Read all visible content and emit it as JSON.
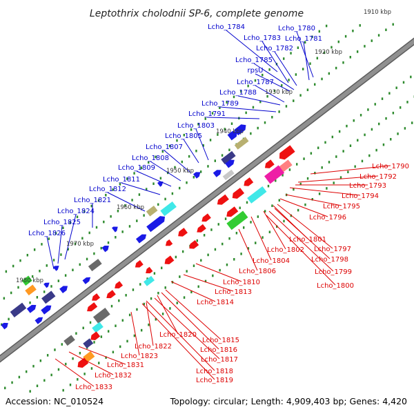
{
  "title": "Leptothrix cholodnii SP-6, complete genome",
  "footer": {
    "accession": "Accession: NC_010524",
    "topology": "Topology: circular; Length: 4,909,403 bp; Genes: 4,420"
  },
  "colors": {
    "forward_label": "#0000cc",
    "reverse_label": "#dd0000",
    "backbone": "#909090",
    "tick": "#2e8b2e",
    "blue_gene": "#1a1ae6",
    "red_gene": "#ee1111"
  },
  "kbp_ticks": [
    "1910 kbp",
    "1920 kbp",
    "1930 kbp",
    "1940 kbp",
    "1950 kbp",
    "1960 kbp",
    "1970 kbp",
    "1980 kbp"
  ],
  "forward_genes": [
    "Lcho_1784",
    "Lcho_1780",
    "Lcho_1783",
    "Lcho_1781",
    "Lcho_1782",
    "Lcho_1785",
    "rpsU",
    "Lcho_1787",
    "Lcho_1788",
    "Lcho_1789",
    "Lcho_1791",
    "Lcho_1803",
    "Lcho_1805",
    "Lcho_1807",
    "Lcho_1808",
    "Lcho_1809",
    "Lcho_1811",
    "Lcho_1812",
    "Lcho_1821",
    "Lcho_1824",
    "Lcho_1825",
    "Lcho_1826"
  ],
  "reverse_genes": [
    "Lcho_1790",
    "Lcho_1792",
    "Lcho_1793",
    "Lcho_1794",
    "Lcho_1795",
    "Lcho_1796",
    "Lcho_1801",
    "Lcho_1802",
    "Lcho_1797",
    "Lcho_1804",
    "Lcho_1798",
    "Lcho_1806",
    "Lcho_1799",
    "Lcho_1810",
    "Lcho_1800",
    "Lcho_1813",
    "Lcho_1814",
    "Lcho_1820",
    "Lcho_1815",
    "Lcho_1822",
    "Lcho_1816",
    "Lcho_1823",
    "Lcho_1817",
    "Lcho_1831",
    "Lcho_1818",
    "Lcho_1832",
    "Lcho_1819",
    "Lcho_1833"
  ]
}
